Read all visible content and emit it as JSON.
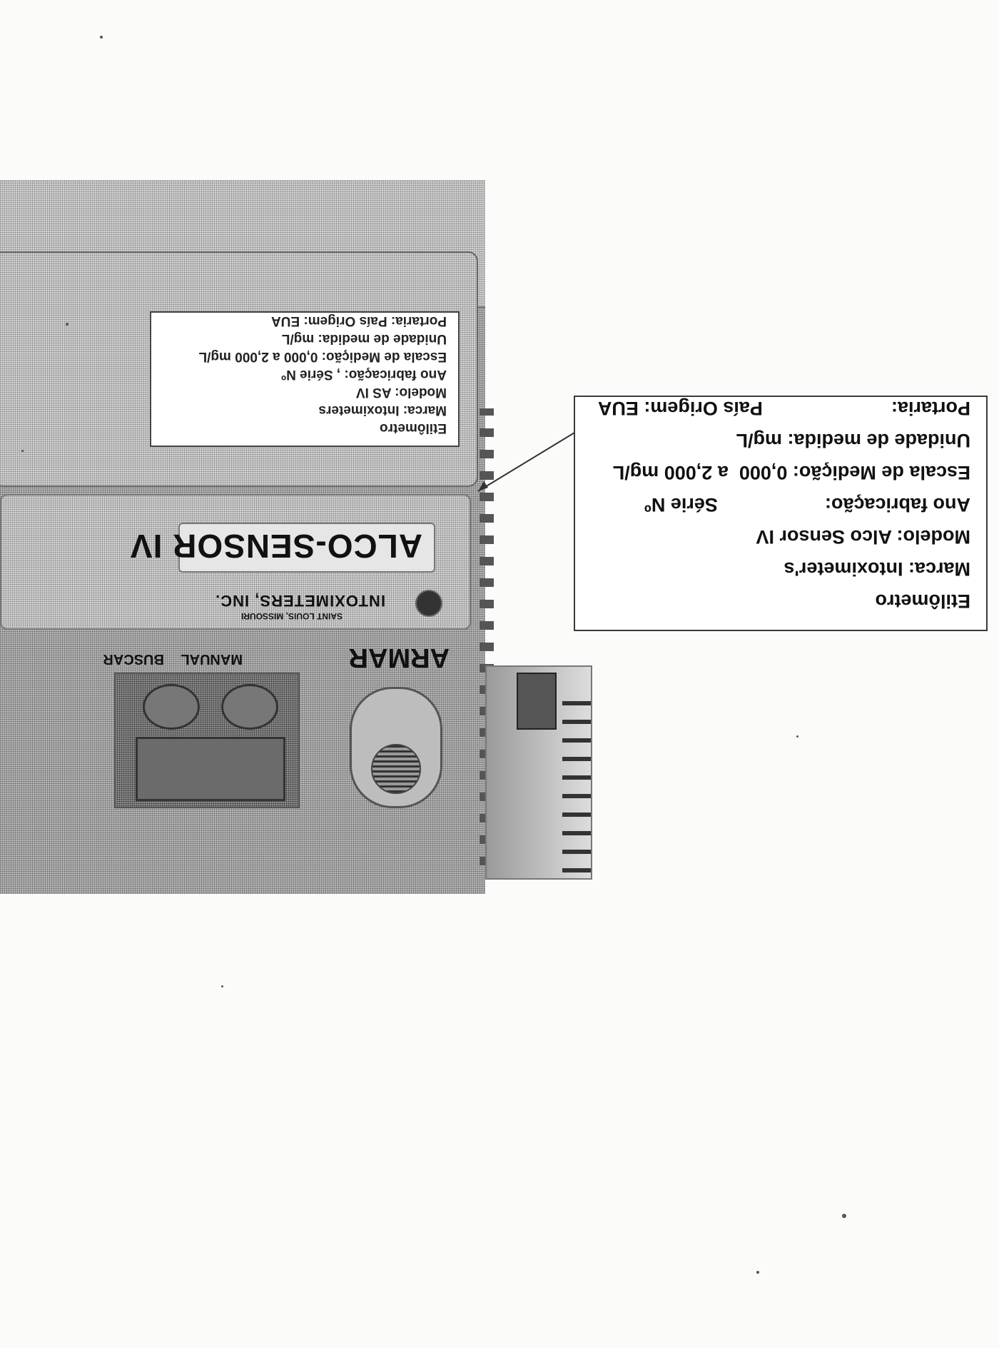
{
  "device": {
    "brand_plate": "ALCO-SENSOR IV",
    "maker": "INTOXIMETERS, INC.",
    "maker_location": "SAINT LOUIS, MISSOURI",
    "button_left": "BUSCAR",
    "button_right": "MANUAL",
    "arm_label": "ARMAR",
    "label_lines": [
      "Etilômetro",
      "Marca: Intoximeters",
      "Modelo: AS IV",
      "Ano fabricação:        ,      Série Nº",
      "Escala de Medição: 0,000  a 2,000 mg/L",
      "Unidade de medida: mg/L",
      "Portaria:                   País Origem: EUA"
    ]
  },
  "callout": {
    "lines": [
      "Etilômetro",
      "Marca: Intoximeter's",
      "Modelo: Alco Sensor IV",
      "Ano fabricação:                    Série Nº",
      "Escala de Medição: 0,000  a 2,000 mg/L",
      "Unidade de medida: mg/L",
      "Portaria:                        País Origem: EUA"
    ]
  }
}
